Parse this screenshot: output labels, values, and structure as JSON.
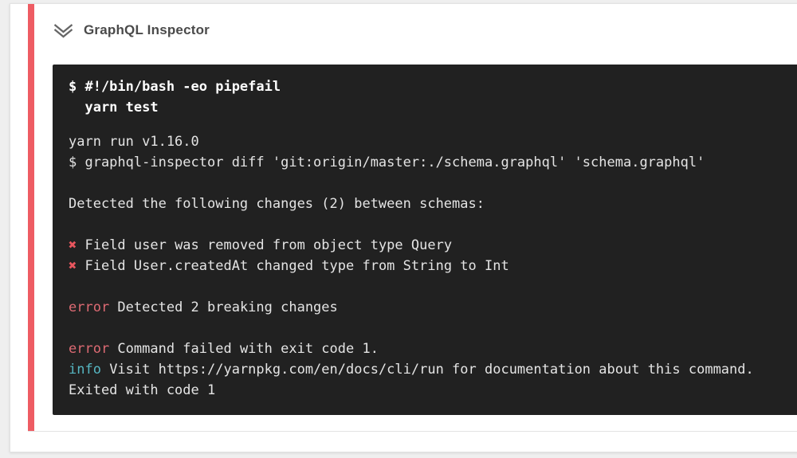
{
  "step": {
    "title": "GraphQL Inspector",
    "collapse_icon": "chevron-double-down",
    "status": "failed"
  },
  "terminal": {
    "command": "$ #!/bin/bash -eo pipefail\n  yarn test",
    "output_lines": [
      [
        {
          "t": "yarn run v1.16.0"
        }
      ],
      [
        {
          "t": "$ graphql-inspector diff 'git:origin/master:./schema.graphql' 'schema.graphql'"
        }
      ],
      [],
      [
        {
          "t": "Detected the following changes (2) between schemas:"
        }
      ],
      [],
      [
        {
          "t": "✖",
          "c": "xmark"
        },
        {
          "t": " Field user was removed from object type Query"
        }
      ],
      [
        {
          "t": "✖",
          "c": "xmark"
        },
        {
          "t": " Field User.createdAt changed type from String to Int"
        }
      ],
      [],
      [
        {
          "t": "error",
          "c": "error"
        },
        {
          "t": " Detected 2 breaking changes"
        }
      ],
      [],
      [
        {
          "t": "error",
          "c": "error"
        },
        {
          "t": " Command failed with exit code 1."
        }
      ],
      [
        {
          "t": "info",
          "c": "info"
        },
        {
          "t": " Visit https://yarnpkg.com/en/docs/cli/run for documentation about this command."
        }
      ],
      [
        {
          "t": "Exited with code 1"
        }
      ]
    ]
  },
  "colors": {
    "page-bg": "#efefef",
    "card-bg": "#ffffff",
    "stripe-red": "#ee5c63",
    "title-gray": "#4a4a4a",
    "terminal-bg": "#212121",
    "cmd-white": "#ffffff",
    "output-text": "#e4e4e4",
    "xmark-red": "#e8565e",
    "error-red": "#dd6a73",
    "info-cyan": "#56b6c2"
  }
}
